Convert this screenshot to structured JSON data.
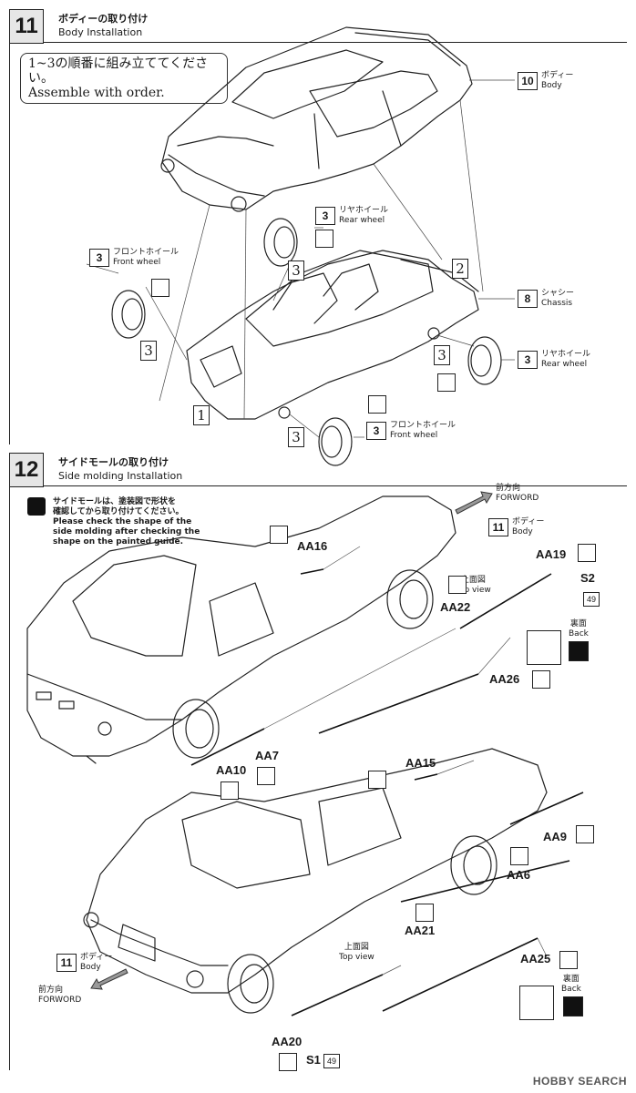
{
  "step11": {
    "number": "11",
    "title_jp": "ボディーの取り付け",
    "title_en": "Body Installation",
    "note_jp": "1~3の順番に組み立ててください。",
    "note_en": "Assemble with order.",
    "refs": [
      {
        "num": "10",
        "jp": "ボディー",
        "en": "Body"
      },
      {
        "num": "3",
        "jp": "リヤホイール",
        "en": "Rear wheel"
      },
      {
        "num": "3",
        "jp": "フロントホイール",
        "en": "Front wheel"
      },
      {
        "num": "8",
        "jp": "シャシー",
        "en": "Chassis"
      },
      {
        "num": "3",
        "jp": "リヤホイール",
        "en": "Rear wheel"
      },
      {
        "num": "3",
        "jp": "フロントホイール",
        "en": "Front wheel"
      }
    ],
    "order_marks": [
      "1",
      "2",
      "3",
      "3",
      "3",
      "3"
    ]
  },
  "step12": {
    "number": "12",
    "title_jp": "サイドモールの取り付け",
    "title_en": "Side molding  Installation",
    "note_jp_1": "サイドモールは、塗装図で形状を",
    "note_jp_2": "確認してから取り付けてください。",
    "note_en_1": "Please check the shape of the",
    "note_en_2": "side molding after checking the",
    "note_en_3": "shape on the painted guide.",
    "forward_jp": "前方向",
    "forward_en": "FORWORD",
    "body_ref": {
      "num": "11",
      "jp": "ボディー",
      "en": "Body"
    },
    "top_view_jp": "上面図",
    "top_view_en": "Top view",
    "back_jp": "裏面",
    "back_en": "Back",
    "parts_upper": [
      "AA16",
      "AA19",
      "S2",
      "AA22",
      "AA26",
      "AA7",
      "AA10"
    ],
    "parts_lower": [
      "AA15",
      "AA9",
      "AA6",
      "AA21",
      "AA25",
      "AA20",
      "S1"
    ],
    "sheet_num": "49"
  },
  "watermark": "HOBBY SEARCH"
}
